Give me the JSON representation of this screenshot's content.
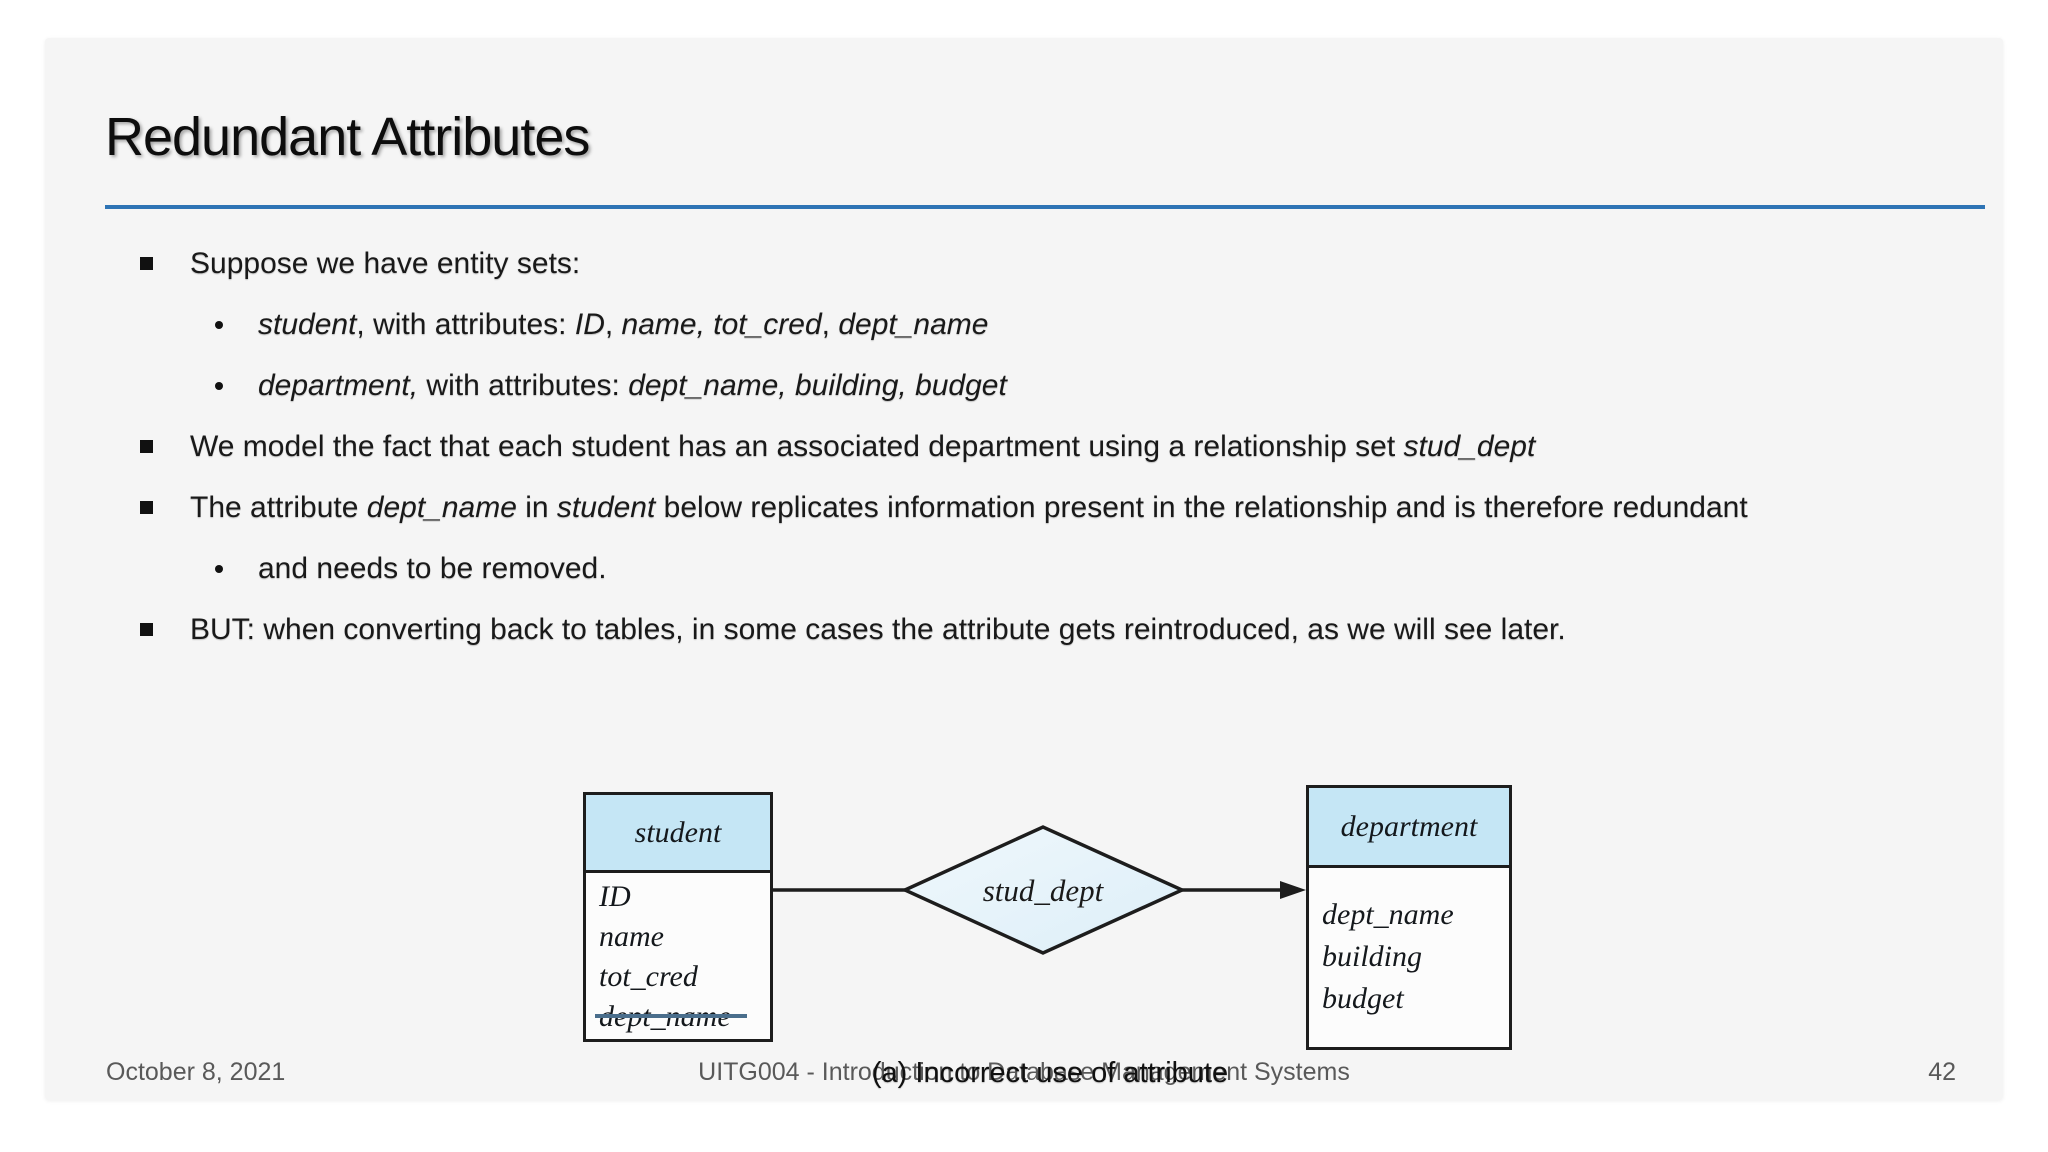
{
  "slide": {
    "title": "Redundant Attributes",
    "accent_color": "#2E74B5",
    "bullets": [
      {
        "level": 1,
        "segments": [
          {
            "t": "Suppose we have entity sets:"
          }
        ]
      },
      {
        "level": 2,
        "segments": [
          {
            "t": "student",
            "i": true
          },
          {
            "t": ", with attributes: "
          },
          {
            "t": "ID",
            "i": true
          },
          {
            "t": ", "
          },
          {
            "t": "name, tot_cred",
            "i": true
          },
          {
            "t": ", "
          },
          {
            "t": "dept_name",
            "i": true
          }
        ]
      },
      {
        "level": 2,
        "segments": [
          {
            "t": "department,",
            "i": true
          },
          {
            "t": " with attributes: "
          },
          {
            "t": "dept_name, building, budget",
            "i": true
          }
        ]
      },
      {
        "level": 1,
        "segments": [
          {
            "t": "We model the fact that each student has an associated department using a relationship set "
          },
          {
            "t": "stud_dept",
            "i": true
          }
        ]
      },
      {
        "level": 1,
        "segments": [
          {
            "t": "The attribute "
          },
          {
            "t": "dept_name",
            "i": true
          },
          {
            "t": " in "
          },
          {
            "t": "student",
            "i": true
          },
          {
            "t": " below replicates information present in the relationship and is therefore redundant"
          }
        ]
      },
      {
        "level": 2,
        "segments": [
          {
            "t": "and needs to be removed."
          }
        ]
      },
      {
        "level": 1,
        "segments": [
          {
            "t": "BUT: when converting back to tables, in some cases the attribute gets reintroduced, as we will see later."
          }
        ]
      }
    ],
    "diagram": {
      "caption": "(a) Incorrect use of attribute",
      "student": {
        "title": "student",
        "attrs": [
          "ID",
          "name",
          "tot_cred",
          "dept_name"
        ],
        "struck_attr": "dept_name"
      },
      "relationship": {
        "label": "stud_dept"
      },
      "department": {
        "title": "department",
        "attrs": [
          "dept_name",
          "building",
          "budget"
        ]
      },
      "colors": {
        "entity_header": "#C5E6F5",
        "strike": "#4A6E8C",
        "diamond_fill_light": "#F0F8FC",
        "diamond_fill_dark": "#DCEEF8"
      }
    },
    "footer": {
      "date": "October 8, 2021",
      "course": "UITG004 - Introduction to Database Management Systems",
      "page": "42"
    }
  }
}
